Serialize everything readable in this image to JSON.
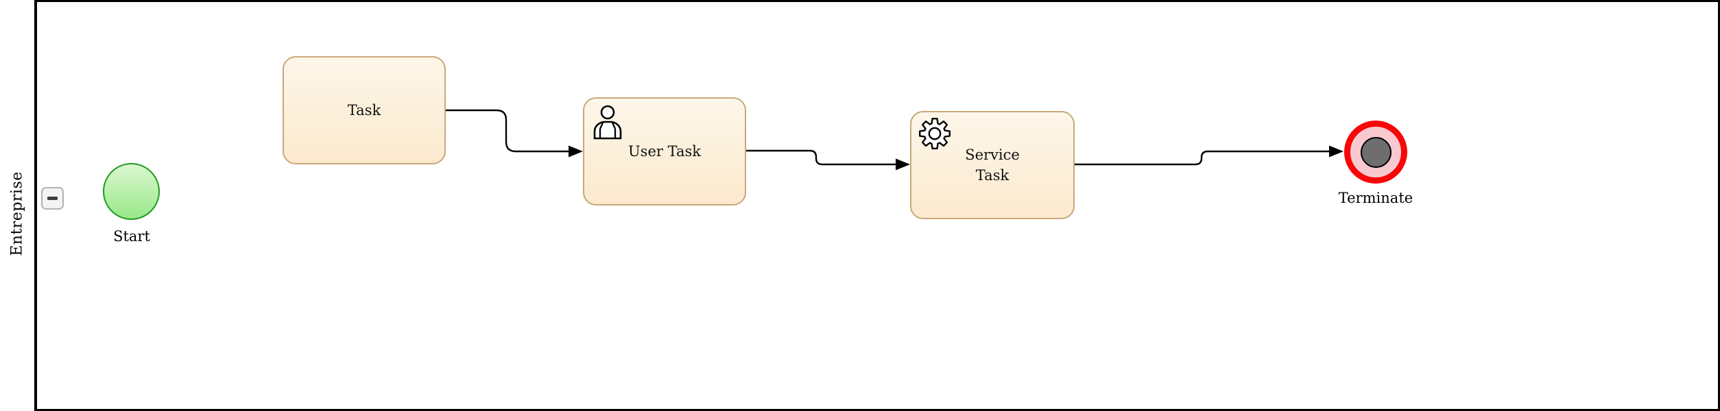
{
  "pool": {
    "label": "Entreprise"
  },
  "collapse_button": {
    "icon": "minus-icon"
  },
  "nodes": {
    "start": {
      "label": "Start",
      "type": "start-event"
    },
    "task": {
      "label": "Task",
      "type": "task"
    },
    "user_task": {
      "label": "User Task",
      "type": "user-task",
      "icon": "person-icon"
    },
    "service_task": {
      "label": "Service Task",
      "type": "service-task",
      "icon": "gear-icon"
    },
    "terminate": {
      "label": "Terminate",
      "type": "terminate-end-event"
    }
  },
  "flows": [
    {
      "from": "Task",
      "to": "User Task"
    },
    {
      "from": "User Task",
      "to": "Service Task"
    },
    {
      "from": "Service Task",
      "to": "Terminate"
    }
  ],
  "colors": {
    "task_border": "#c9a878",
    "task_fill_top": "#fdf7ea",
    "task_fill_bottom": "#fbe9cd",
    "start_border": "#1f9c1f",
    "start_fill_top": "#dcf8d0",
    "start_fill_bottom": "#98e888",
    "terminate_ring": "#f70808",
    "terminate_fill": "#f9c9d0",
    "terminate_inner": "#6e6e6e",
    "flow_line": "#000000"
  }
}
